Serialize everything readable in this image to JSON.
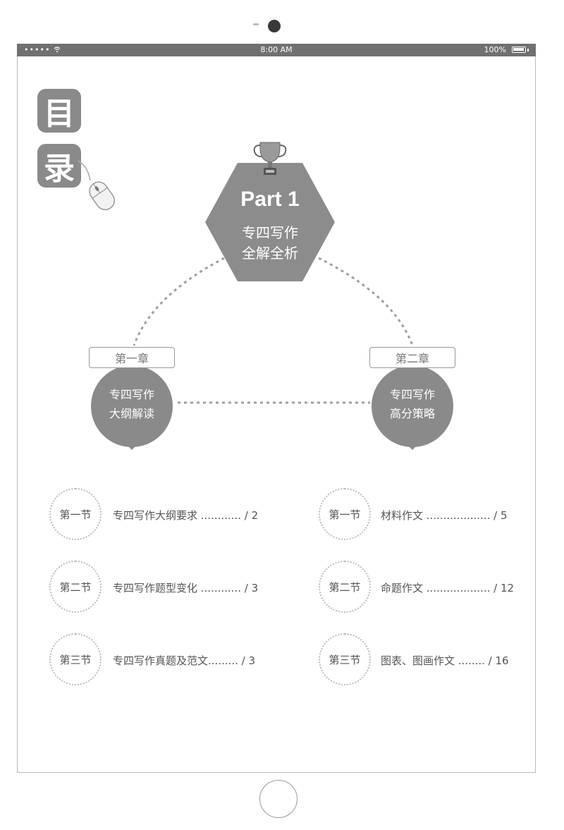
{
  "status_bar": {
    "signal": "•••••",
    "time": "8:00 AM",
    "battery": "100%"
  },
  "toc": {
    "char1": "目",
    "char2": "录"
  },
  "part": {
    "title": "Part 1",
    "subtitle_line1": "专四写作",
    "subtitle_line2": "全解全析"
  },
  "chapters": [
    {
      "label": "第一章",
      "title_line1": "专四写作",
      "title_line2": "大纲解读",
      "sections": [
        {
          "label": "第一节",
          "title": "专四写作大纲要求 ............ / 2"
        },
        {
          "label": "第二节",
          "title": "专四写作题型变化 ............ / 3"
        },
        {
          "label": "第三节",
          "title": "专四写作真题及范文......... / 3"
        }
      ]
    },
    {
      "label": "第二章",
      "title_line1": "专四写作",
      "title_line2": "高分策略",
      "sections": [
        {
          "label": "第一节",
          "title": "材料作文 ................... / 5"
        },
        {
          "label": "第二节",
          "title": "命题作文 ................... / 12"
        },
        {
          "label": "第三节",
          "title": "图表、图画作文 ........ / 16"
        }
      ]
    }
  ],
  "colors": {
    "primary_gray": "#8a8a8a",
    "status_bar": "#707070",
    "dotted_line": "#a0a0a0"
  }
}
